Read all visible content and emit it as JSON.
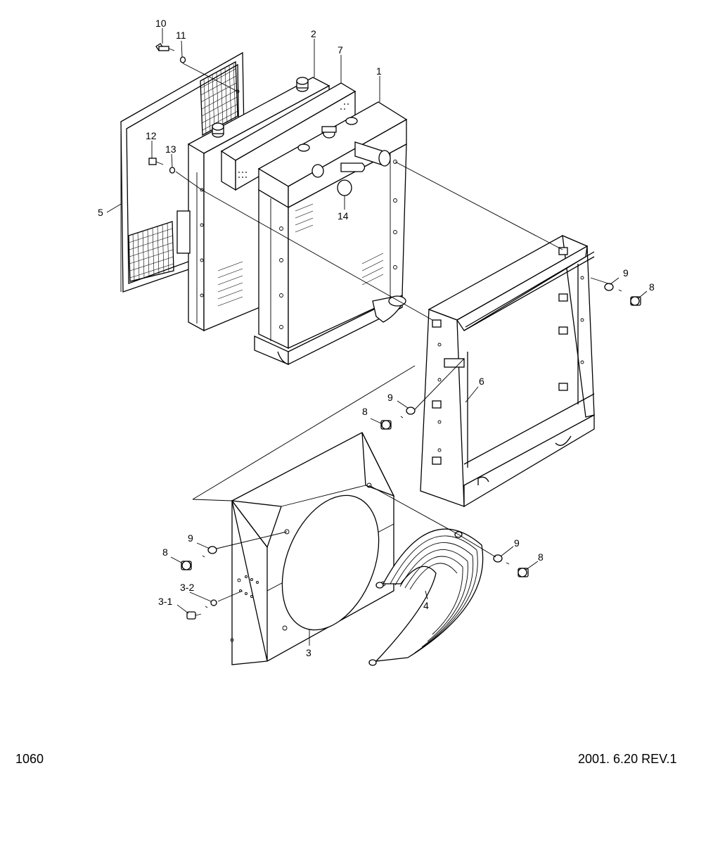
{
  "callouts": {
    "c10": "10",
    "c11": "11",
    "c2": "2",
    "c7": "7",
    "c1": "1",
    "c12": "12",
    "c13": "13",
    "c14": "14",
    "c5": "5",
    "c9a": "9",
    "c8a": "8",
    "c6": "6",
    "c9b": "9",
    "c8b": "8",
    "c9c": "9",
    "c8c": "8",
    "c3_2": "3-2",
    "c3_1": "3-1",
    "c9d": "9",
    "c8d": "8",
    "c4": "4",
    "c3": "3"
  },
  "footer": {
    "page_number": "1060",
    "revision": "2001. 6.20 REV.1"
  }
}
